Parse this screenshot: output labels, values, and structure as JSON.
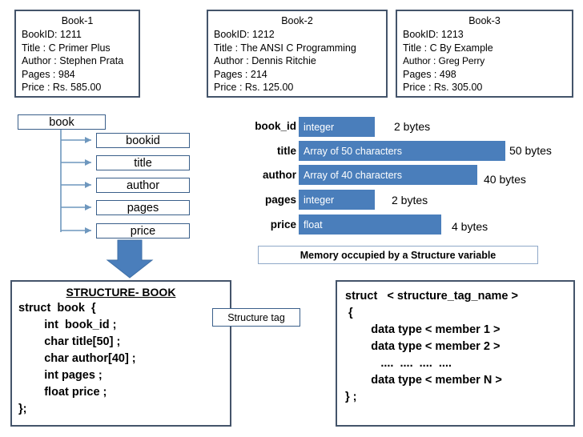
{
  "books": [
    {
      "title": "Book-1",
      "lines": [
        "BookID: 1211",
        "Title : C Primer Plus",
        "Author : Stephen Prata",
        "Pages : 984",
        "Price : Rs. 585.00"
      ]
    },
    {
      "title": "Book-2",
      "lines": [
        "BookID: 1212",
        "Title : The ANSI C Programming",
        "Author : Dennis Ritchie",
        "Pages : 214",
        "Price : Rs. 125.00"
      ]
    },
    {
      "title": "Book-3",
      "lines": [
        "BookID: 1213",
        "Title : C By Example",
        "Author : Greg Perry",
        "Pages : 498",
        "Price : Rs. 305.00"
      ]
    }
  ],
  "tree": {
    "root": "book",
    "members": [
      "bookid",
      "title",
      "author",
      "pages",
      "price"
    ]
  },
  "chart_data": {
    "type": "bar",
    "title": "Memory occupied by a Structure variable",
    "orientation": "horizontal",
    "xlabel": "",
    "ylabel": "",
    "categories": [
      "book_id",
      "title",
      "author",
      "pages",
      "price"
    ],
    "values": [
      2,
      50,
      40,
      2,
      4
    ],
    "value_labels": [
      "2 bytes",
      "50 bytes",
      "40 bytes",
      "2 bytes",
      "4 bytes"
    ],
    "bar_labels": [
      "integer",
      "Array of 50 characters",
      "Array of 40 characters",
      "integer",
      "float"
    ],
    "unit": "bytes",
    "bar_color": "#4A7EBB",
    "bar_text_color": "#ffffff",
    "grid": false,
    "legend": "none"
  },
  "caption": {
    "memory": "Memory occupied by a Structure variable"
  },
  "structure_book": {
    "title": "STRUCTURE- BOOK",
    "lines": [
      "struct  book  {",
      "        int  book_id ;",
      "        char title[50] ;",
      "        char author[40] ;",
      "        int pages ;",
      "        float price ;",
      "};"
    ],
    "tag_callout": "Structure tag"
  },
  "syntax_panel": {
    "lines": [
      "struct   < structure_tag_name >",
      " {",
      "        data type < member 1 >",
      "        data type < member 2 >",
      "           ....  ....  ....  ....",
      "        data type < member N >",
      "} ;"
    ]
  },
  "colors": {
    "bar_blue": "#4A7EBB",
    "box_border": "#44546A",
    "node_border": "#3A5F8A",
    "arrow_blue": "#4A7EBB"
  }
}
